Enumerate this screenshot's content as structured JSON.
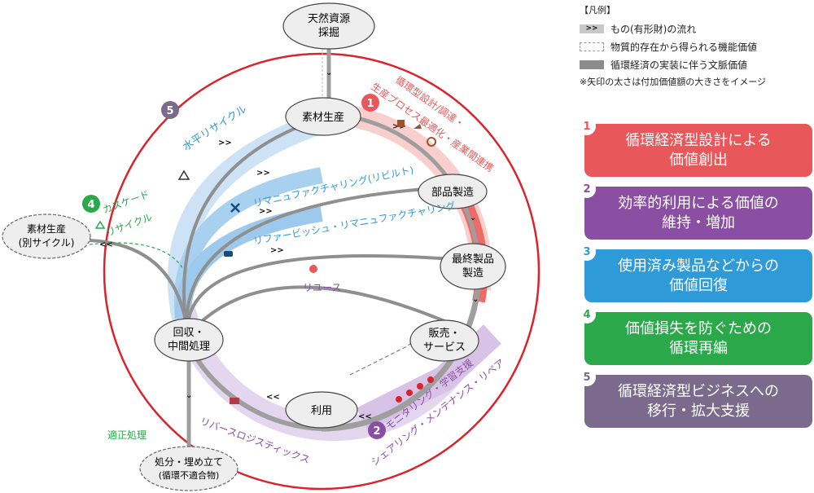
{
  "nodes": {
    "natural_resources": "天然資源\n採掘",
    "material_production": "素材生産",
    "parts_manufacturing": "部品製造",
    "final_product": "最終製品\n製造",
    "sales_service": "販売・\nサービス",
    "use": "利用",
    "collection": "回収・\n中間処理",
    "material_other_cycle": "素材生産\n(別サイクル)",
    "disposal": "処分・埋め立て\n(循環不適合物)"
  },
  "loops": {
    "horizontal_recycle": "水平リサイクル",
    "remanufacturing": "リマニュファクチャリング(リビルト)",
    "refurbish": "リファービッシュ・リマニュファクチャリング",
    "reuse": "リユース",
    "cascade": "カスケード\nリサイクル",
    "reverse_logistics": "リバースロジスティックス",
    "proper_treatment": "適正処理"
  },
  "annotations": {
    "design": "循環型設計/調達・\n生産プロセス最適化・産業間連携",
    "monitoring": "モニタリング・学習支援\nシェアリング・メンテナンス・リペア"
  },
  "markers": [
    "1",
    "2",
    "4",
    "5"
  ],
  "legend": {
    "title": "【凡例】",
    "items": [
      {
        "swatch": ">>",
        "label": "もの(有形財)の流れ"
      },
      {
        "swatch": "",
        "label": "物質的存在から得られる機能価値"
      },
      {
        "swatch": "",
        "label": "循環経済の実装に伴う文脈価値"
      }
    ],
    "note": "※矢印の太さは付加価値額の大きさをイメージ"
  },
  "key": [
    {
      "num": "1",
      "label": "循環経済型設計による\n価値創出",
      "color": "#e8575a"
    },
    {
      "num": "2",
      "label": "効率的利用による価値の\n維持・増加",
      "color": "#8a4fa3"
    },
    {
      "num": "3",
      "label": "使用済み製品などからの\n価値回復",
      "color": "#2f9ad8"
    },
    {
      "num": "4",
      "label": "価値損失を防ぐための\n循環再編",
      "color": "#2aa84a"
    },
    {
      "num": "5",
      "label": "循環経済型ビジネスへの\n移行・拡大支援",
      "color": "#7b6a8c"
    }
  ],
  "colors": {
    "red": "#e8575a",
    "purple": "#8a4fa3",
    "blue": "#2f9ad8",
    "green": "#2aa84a",
    "gray": "#7b6a8c",
    "flow": "#a9a9a9"
  }
}
